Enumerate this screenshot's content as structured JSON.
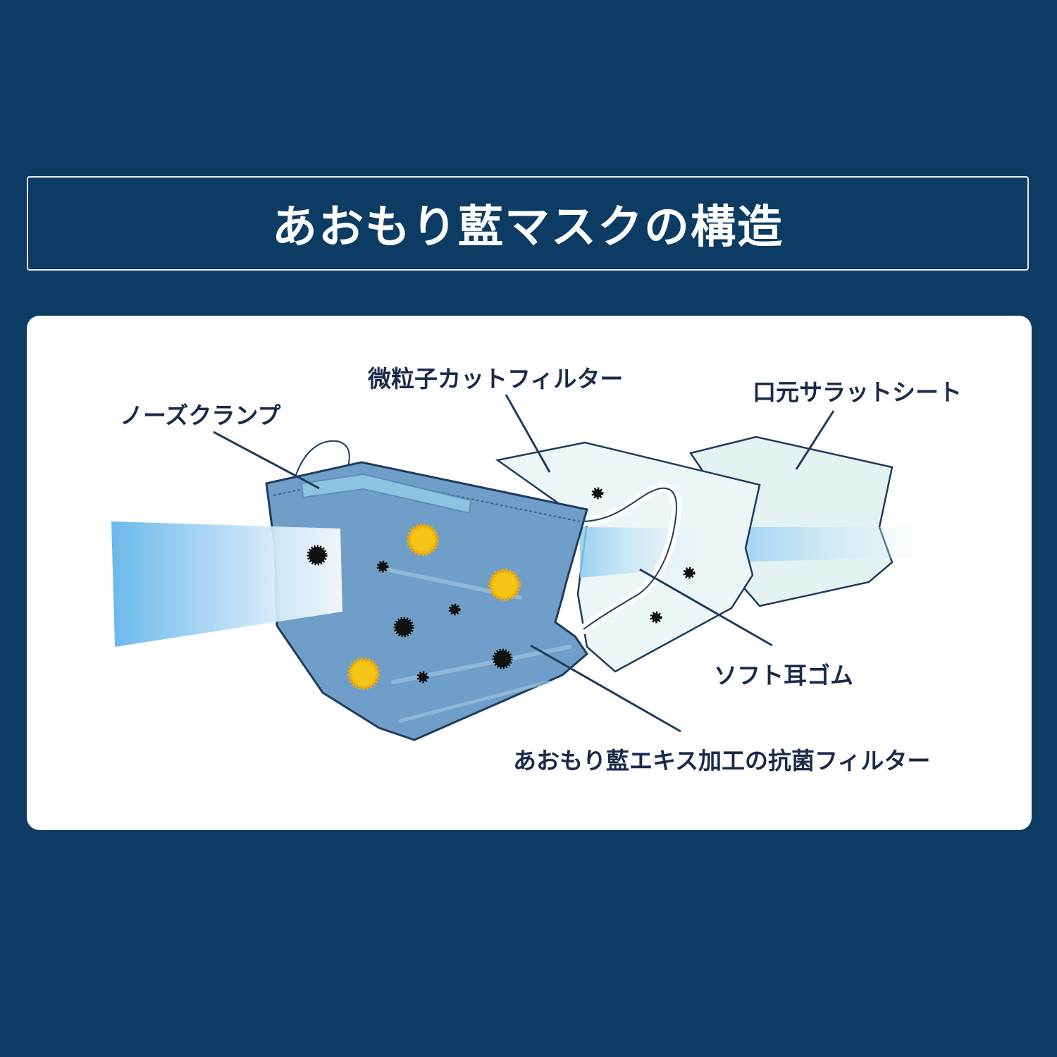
{
  "title": "あおもり藍マスクの構造",
  "labels": {
    "nose_clamp": "ノーズクランプ",
    "particle_filter": "微粒子カットフィルター",
    "mouth_sheet": "口元サラットシート",
    "ear_loop": "ソフト耳ゴム",
    "antibacterial_filter": "あおもり藍エキス加工の抗菌フィルター"
  },
  "colors": {
    "background": "#0c3c64",
    "mask_blue": "#6f9fc8",
    "filter_sheet": "#eaf3f3",
    "bacteria": "#f5c518",
    "particle": "#111111"
  }
}
